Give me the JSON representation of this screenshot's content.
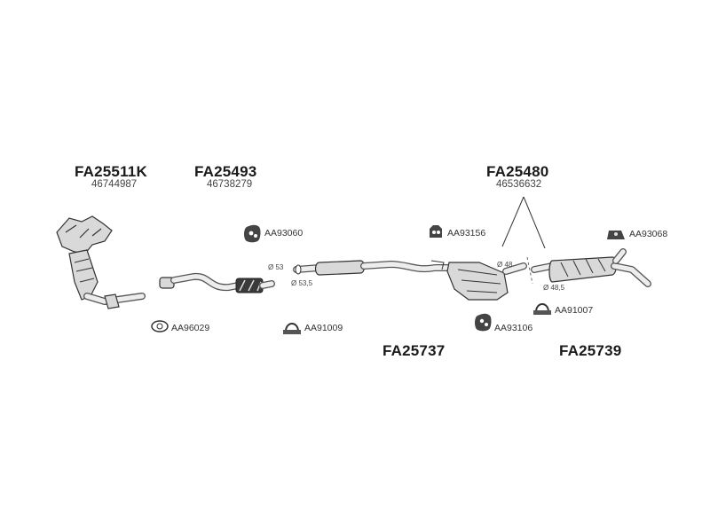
{
  "parts": {
    "manifold": {
      "code": "FA25511K",
      "oem": "46744987"
    },
    "front_pipe": {
      "code": "FA25493",
      "oem": "46738279"
    },
    "rear_section": {
      "code": "FA25480",
      "oem": "46536632"
    },
    "middle_silencer": {
      "code": "FA25737"
    },
    "rear_silencer": {
      "code": "FA25739"
    }
  },
  "accessories": {
    "a1": "AA93060",
    "a2": "AA93156",
    "a3": "AA93068",
    "a4": "AA96029",
    "a5": "AA91009",
    "a6": "AA93106",
    "a7": "AA91007"
  },
  "diameters": {
    "d53": "Ø 53",
    "d535": "Ø 53,5",
    "d48": "Ø 48",
    "d485": "Ø 48,5"
  }
}
